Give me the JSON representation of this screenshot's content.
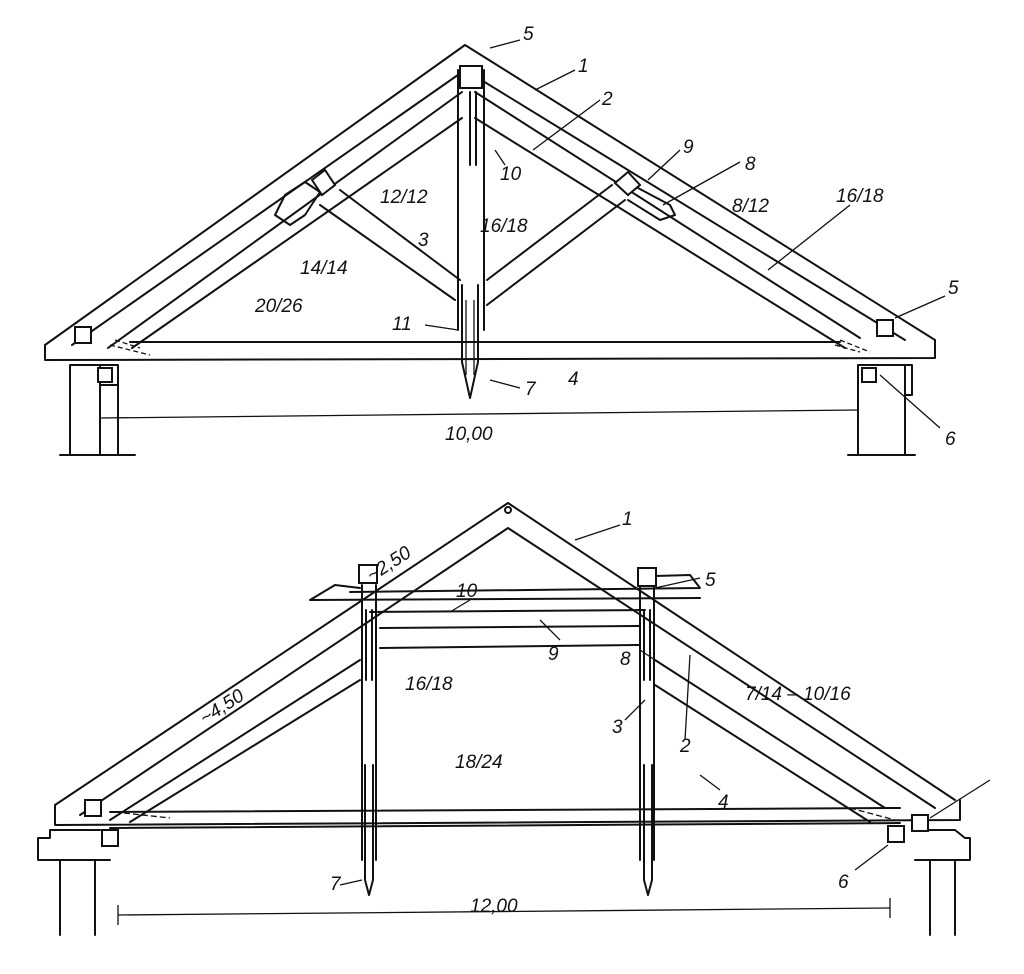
{
  "truss_top": {
    "span": "10,00",
    "callouts": {
      "c1": "1",
      "c2": "2",
      "c3": "3",
      "c4": "4",
      "c5a": "5",
      "c5b": "5",
      "c6": "6",
      "c7": "7",
      "c8": "8",
      "c9": "9",
      "c10": "10",
      "c11": "11"
    },
    "sections": {
      "s1": "12/12",
      "s2": "16/18",
      "s3": "8/12",
      "s4": "16/18",
      "s5": "14/14",
      "s6": "20/26"
    }
  },
  "truss_bottom": {
    "span": "12,00",
    "lengths": {
      "upper": "~2,50",
      "lower": "~4,50"
    },
    "callouts": {
      "c1": "1",
      "c2": "2",
      "c3": "3",
      "c4": "4",
      "c5": "5",
      "c6": "6",
      "c7": "7",
      "c8": "8",
      "c9": "9",
      "c10": "10"
    },
    "sections": {
      "s1": "16/18",
      "s2": "18/24",
      "s3": "7/14 – 10/16"
    }
  }
}
